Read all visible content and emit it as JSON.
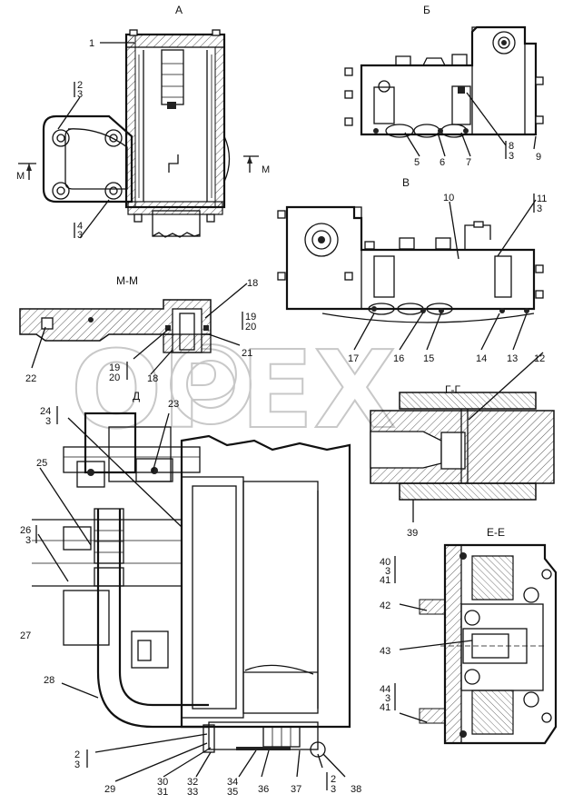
{
  "view_labels": {
    "a": "А",
    "b": "Б",
    "v": "В",
    "mm": "М-М",
    "d": "Д",
    "gg": "Г-Г",
    "ee": "Е-Е",
    "m_left": "М",
    "m_right": "М"
  },
  "callouts": {
    "c1": "1",
    "c2": "2",
    "c2b": "3",
    "c4": "4",
    "c4b": "3",
    "c5": "5",
    "c6": "6",
    "c7": "7",
    "c8": "8",
    "c8b": "3",
    "c9": "9",
    "c10": "10",
    "c11": "11",
    "c11b": "3",
    "c12": "12",
    "c13": "13",
    "c14": "14",
    "c15": "15",
    "c16": "16",
    "c17": "17",
    "c18a": "18",
    "c18b": "18",
    "c19a": "19",
    "c20a": "20",
    "c19b": "19",
    "c20b": "20",
    "c21": "21",
    "c22": "22",
    "c23": "23",
    "c24": "24",
    "c24b": "3",
    "c25": "25",
    "c26": "26",
    "c26b": "3",
    "c27": "27",
    "c28": "28",
    "c29": "29",
    "c30": "30",
    "c31": "31",
    "c32": "32",
    "c33": "33",
    "c34": "34",
    "c35": "35",
    "c36": "36",
    "c37": "37",
    "c2c": "2",
    "c3c": "3",
    "c2d": "2",
    "c3d": "3",
    "c38": "38",
    "c39": "39",
    "c40": "40",
    "c40b": "3",
    "c40c": "41",
    "c42": "42",
    "c43": "43",
    "c44": "44",
    "c44b": "3",
    "c44c": "41"
  },
  "watermark": "OPEX"
}
